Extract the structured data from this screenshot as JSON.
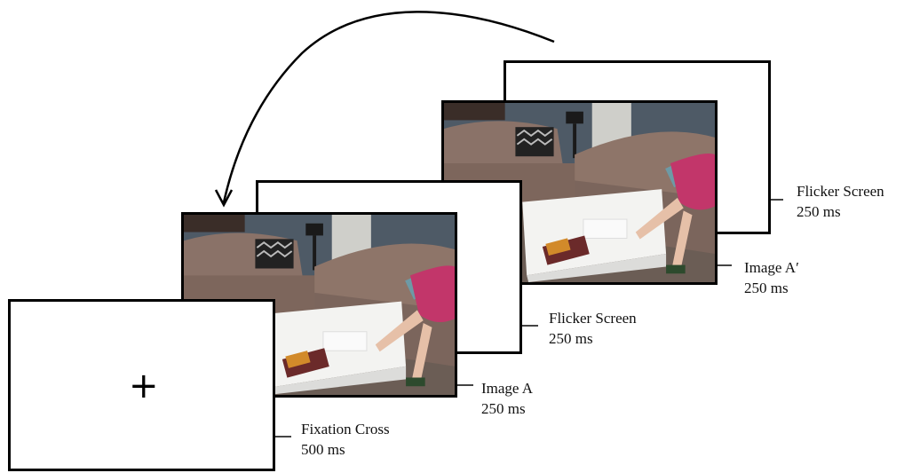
{
  "slides": {
    "flicker_back": {
      "name": "Flicker Screen",
      "duration": "250 ms"
    },
    "image_a_prime": {
      "name": "Image A′",
      "duration": "250 ms"
    },
    "flicker_front": {
      "name": "Flicker Screen",
      "duration": "250 ms"
    },
    "image_a": {
      "name": "Image A",
      "duration": "250 ms"
    },
    "fixation": {
      "name": "Fixation Cross",
      "duration": "500 ms",
      "symbol": "+"
    }
  },
  "loop_arrow": {
    "icon": "curved-arrow-icon",
    "meaning": "sequence repeats"
  },
  "colors": {
    "frame_border": "#000000",
    "label_text": "#111111"
  }
}
